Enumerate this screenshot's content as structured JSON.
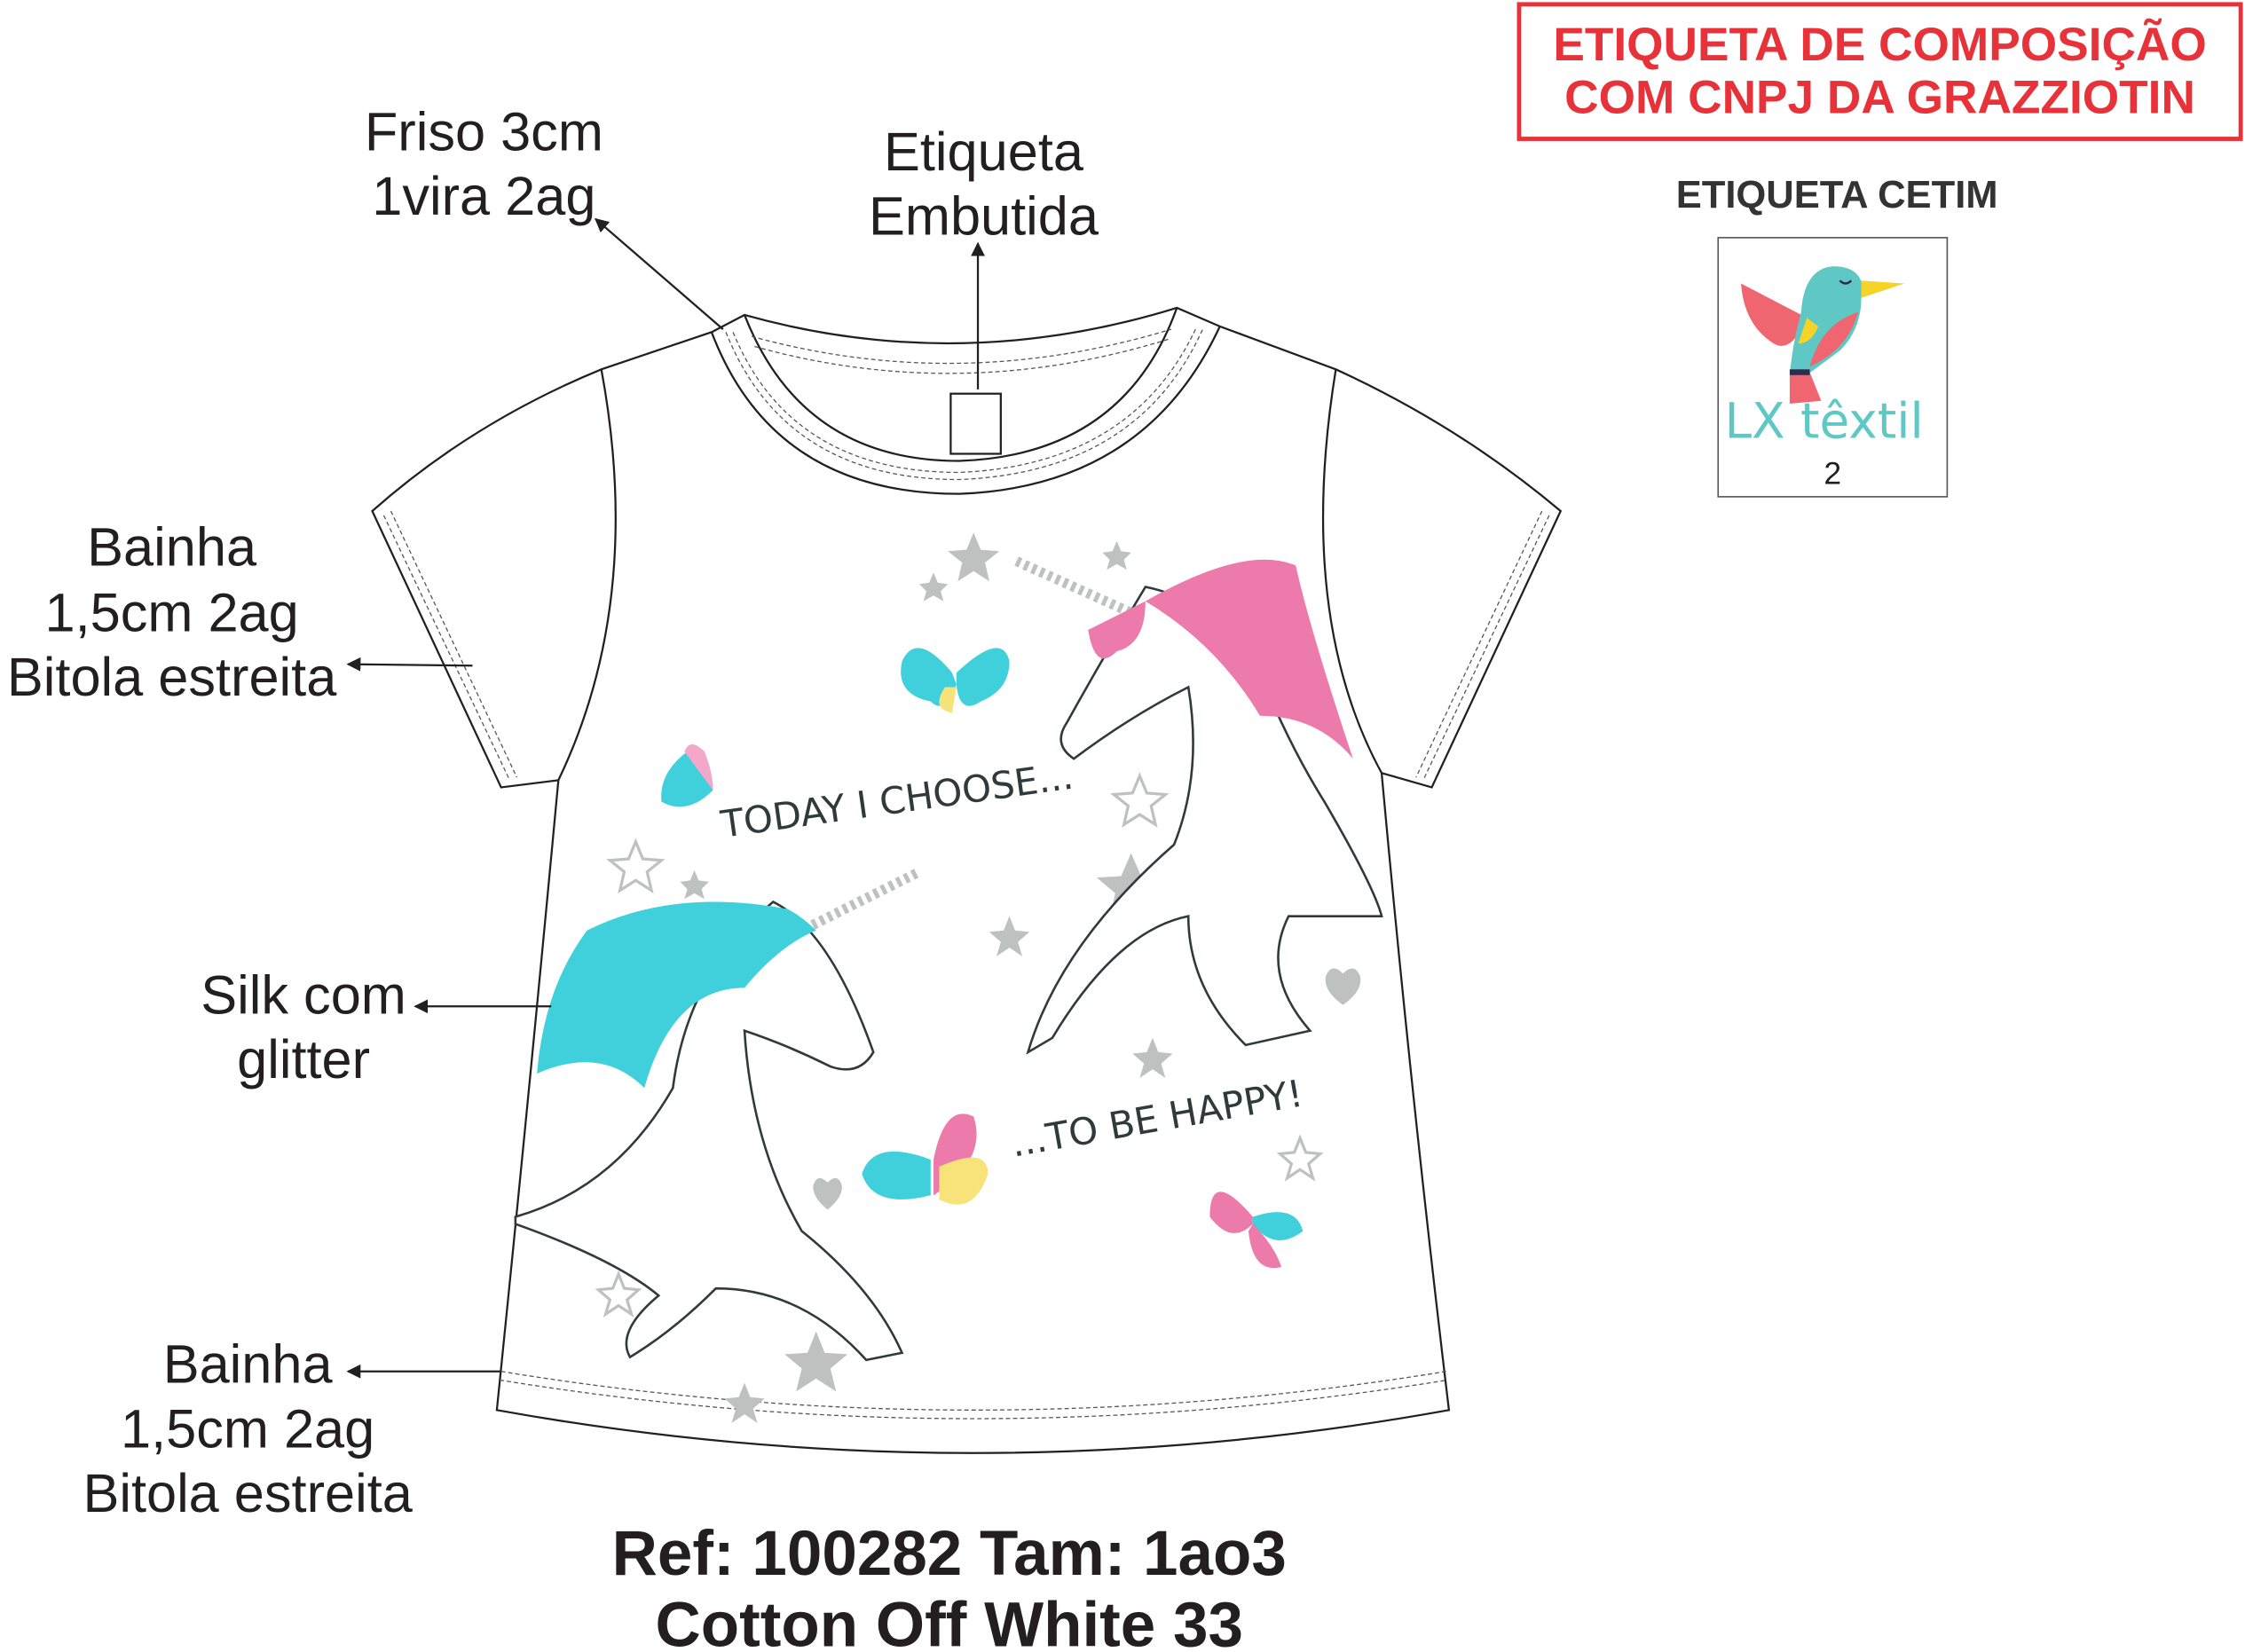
{
  "header": {
    "composition_label_line1": "ETIQUETA DE COMPOSIÇÃO",
    "composition_label_line2": "COM CNPJ DA GRAZZIOTIN",
    "satin_label_title": "ETIQUETA CETIM"
  },
  "satin_label": {
    "brand": "LX têxtil",
    "size": "2",
    "colors": {
      "teal": "#5fc8c4",
      "coral": "#ef6670",
      "yellow": "#f5d327",
      "navy": "#2b2d4f"
    }
  },
  "annotations": {
    "friso": [
      "Friso 3cm",
      "1vira 2ag"
    ],
    "etiqueta_embutida": [
      "Etiqueta",
      "Embutida"
    ],
    "bainha_manga": [
      "Bainha",
      "1,5cm 2ag",
      "Bitola estreita"
    ],
    "silk": [
      "Silk com",
      "glitter"
    ],
    "bainha_barra": [
      "Bainha",
      "1,5cm 2ag",
      "Bitola estreita"
    ]
  },
  "print": {
    "text_top": "TODAY I CHOOSE...",
    "text_bottom": "...TO BE HAPPY!",
    "colors": {
      "shirt": "#fefaf0",
      "mane_blue": "#40d0dc",
      "mane_pink": "#ec7aab",
      "star": "#bfc1c0"
    }
  },
  "footer": {
    "ref_line": "Ref: 100282 Tam: 1ao3",
    "fabric_line": "Cotton Off White 33"
  }
}
